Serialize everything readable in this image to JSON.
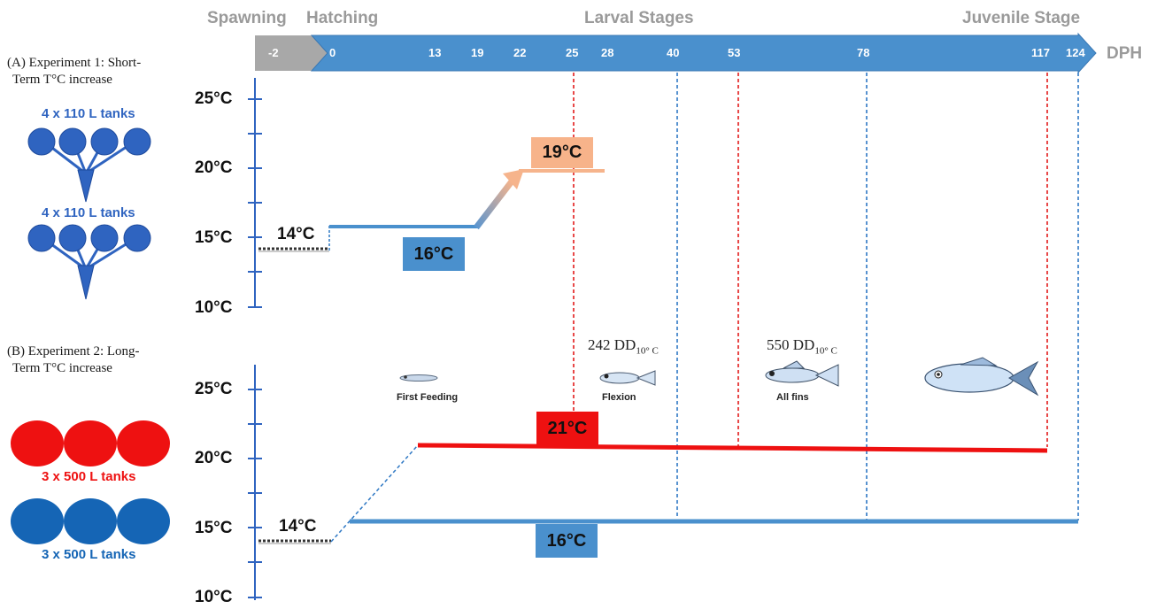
{
  "stages": {
    "spawning": "Spawning",
    "hatching": "Hatching",
    "larval": "Larval Stages",
    "juvenile": "Juvenile Stage"
  },
  "timeline": {
    "prehatch_label": "-2",
    "ticks": [
      "0",
      "13",
      "19",
      "22",
      "25",
      "28",
      "40",
      "53",
      "78",
      "117",
      "124"
    ],
    "unit": "DPH"
  },
  "experiment_a": {
    "title_line1": "(A) Experiment 1:  Short-",
    "title_line2": "Term T°C increase",
    "tanks_top": "4 x 110 L tanks",
    "tanks_bottom": "4 x 110 L tanks",
    "y_ticks": [
      "25°C",
      "20°C",
      "15°C",
      "10°C"
    ],
    "start_temp": "14°C",
    "control_temp": "16°C",
    "raised_temp": "19°C"
  },
  "experiment_b": {
    "title_line1": "(B) Experiment 2:  Long-",
    "title_line2": "Term T°C increase",
    "tanks_red": "3 x 500 L tanks",
    "tanks_blue": "3 x 500 L tanks",
    "y_ticks": [
      "25°C",
      "20°C",
      "15°C",
      "10°C"
    ],
    "start_temp": "14°C",
    "high_temp": "21°C",
    "control_temp": "16°C",
    "dd1_value": "242 DD",
    "dd1_sub": "10° C",
    "dd2_value": "550 DD",
    "dd2_sub": "10° C"
  },
  "fish_stages": {
    "first_feeding": "First Feeding",
    "flexion": "Flexion",
    "all_fins": "All fins"
  },
  "colors": {
    "timeline_blue": "#4a90cd",
    "prehatch_gray": "#a8a8a8",
    "control_blue": "#4a90cd",
    "tank_blue_a": "#2f64c0",
    "tank_blue_b": "#1565b5",
    "high_red": "#ee1111",
    "raised_orange": "#f7b38a",
    "axis_blue": "#2f64c0"
  }
}
